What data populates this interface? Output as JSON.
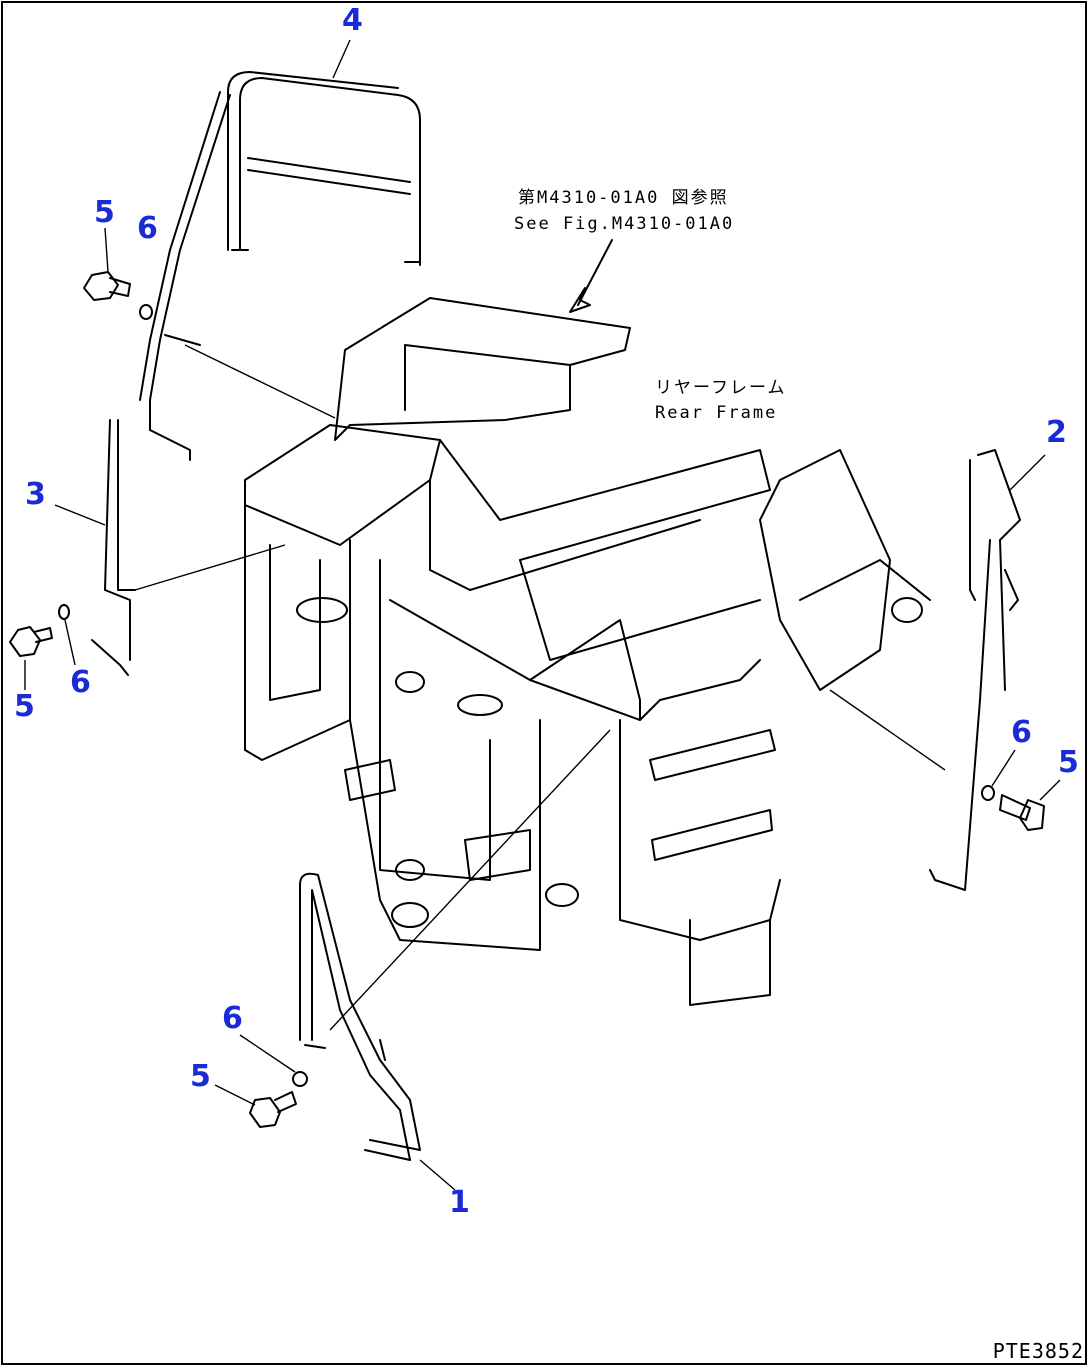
{
  "reference_note": {
    "line_jp": "第M4310-01A0 図参照",
    "line_en": "See Fig.M4310-01A0"
  },
  "frame_label": {
    "line_jp": "リヤーフレーム",
    "line_en": "Rear Frame"
  },
  "callouts": {
    "c1": "1",
    "c2": "2",
    "c3": "3",
    "c4": "4",
    "c5a": "5",
    "c5b": "5",
    "c5c": "5",
    "c5d": "5",
    "c6a": "6",
    "c6b": "6",
    "c6c": "6",
    "c6d": "6"
  },
  "drawing_id": "PTE3852",
  "colors": {
    "callout": "#1a2bd6",
    "line": "#000000"
  }
}
